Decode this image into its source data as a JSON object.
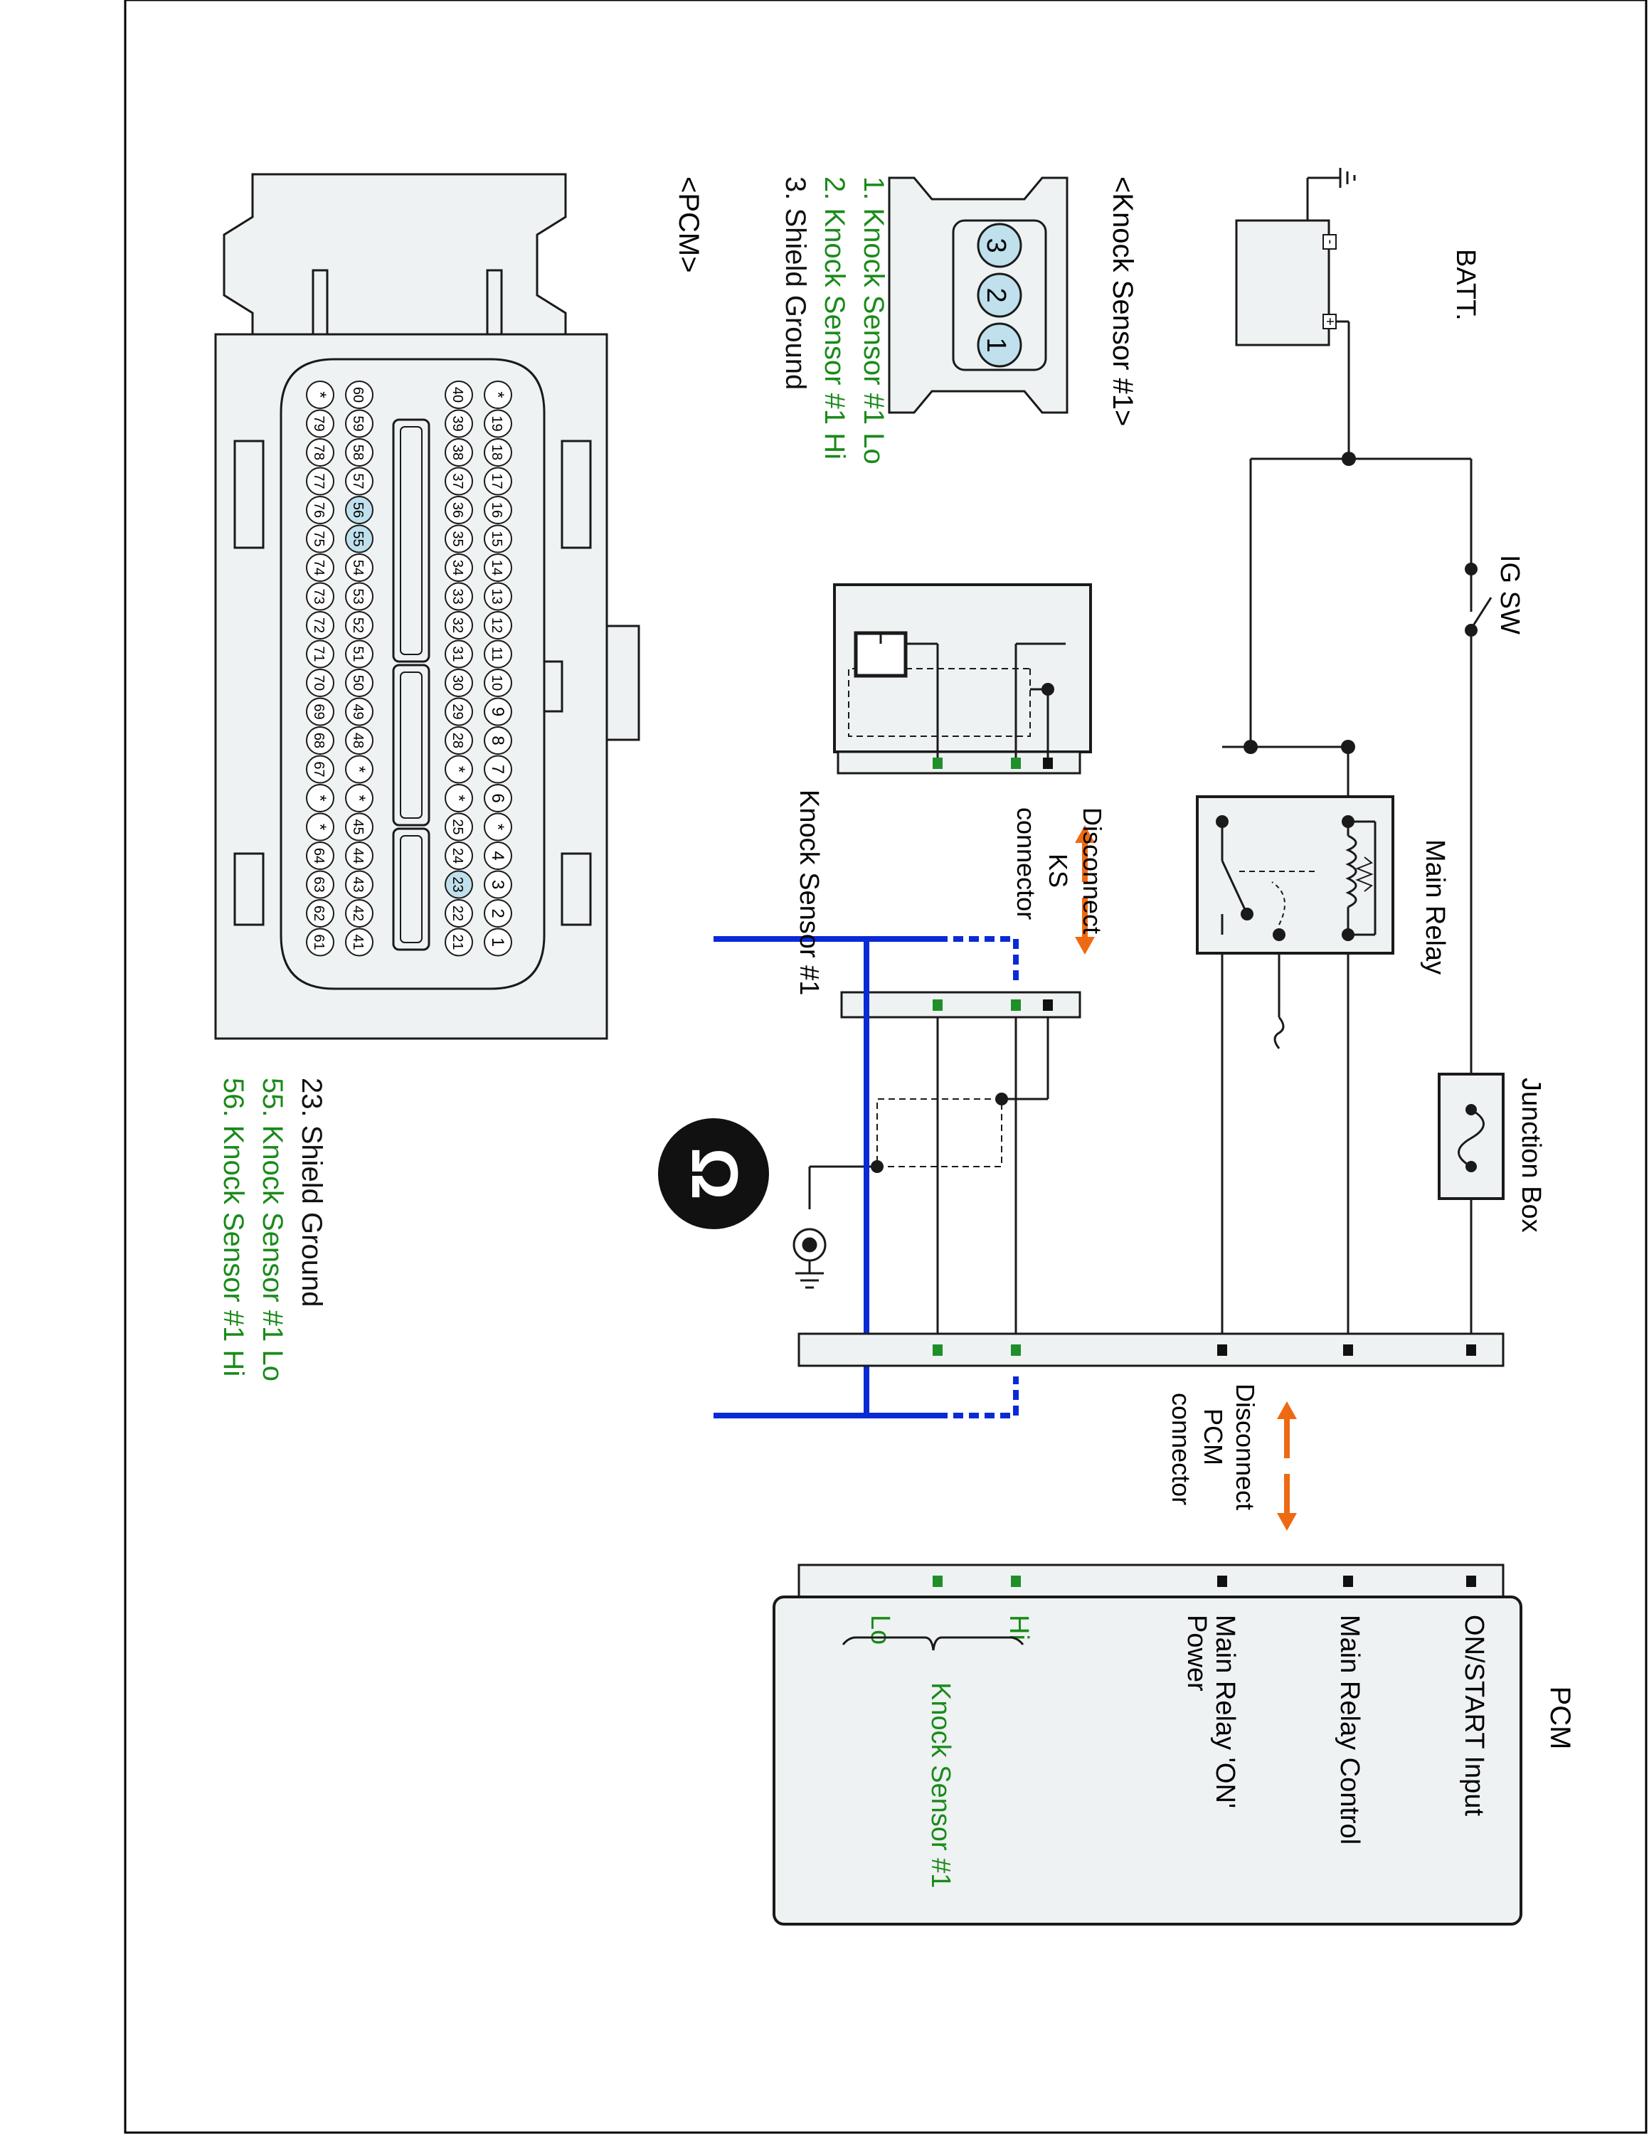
{
  "colors": {
    "green_text": "#1a8a1a",
    "green_terminal": "#1f8f2a",
    "blue_meter_wire": "#0a2ad6",
    "orange_arrow": "#ee6a12",
    "connector_pin_fill": "#bfe0ec",
    "connector_body": "#eef2f2",
    "line": "#1a1a1a"
  },
  "battery": {
    "label": "BATT.",
    "minus_sign": "-",
    "plus_sign": "+"
  },
  "ignition_switch": {
    "label": "IG SW"
  },
  "main_relay": {
    "label": "Main Relay"
  },
  "junction_box": {
    "label": "Junction Box"
  },
  "knock_sensor_unit": {
    "label": "Knock Sensor #1"
  },
  "ks_disconnect": {
    "lines": [
      "Disconnect",
      "KS",
      "connector"
    ]
  },
  "pcm_disconnect": {
    "lines": [
      "Disconnect",
      "PCM",
      "connector"
    ]
  },
  "meter": {
    "icon": "ohm-meter-icon",
    "symbol": "Ω"
  },
  "pcm_box": {
    "title": "PCM",
    "terminals": [
      {
        "text": "ON/START Input"
      },
      {
        "text": "Main Relay Control"
      },
      {
        "text": "Main Relay 'ON'"
      },
      {
        "text": "Power"
      }
    ],
    "hi_label": "Hi",
    "lo_label": "Lo",
    "group_label": "Knock Sensor #1"
  },
  "ks_connector_view": {
    "title": "<Knock Sensor #1>",
    "pins": [
      "3",
      "2",
      "1"
    ],
    "legend": [
      {
        "text": "1. Knock Sensor #1 Lo",
        "color": "green"
      },
      {
        "text": "2. Knock Sensor #1 Hi",
        "color": "green"
      },
      {
        "text": "3. Shield Ground",
        "color": "black"
      }
    ]
  },
  "pcm_connector_view": {
    "title": "<PCM>",
    "row_1_pins": [
      "*",
      "19",
      "18",
      "17",
      "16",
      "15",
      "14",
      "13",
      "12",
      "11",
      "10",
      "9",
      "8",
      "7",
      "6",
      "*",
      "4",
      "3",
      "2",
      "1"
    ],
    "row_2_pins": [
      "40",
      "39",
      "38",
      "37",
      "36",
      "35",
      "34",
      "33",
      "32",
      "31",
      "30",
      "29",
      "28",
      "*",
      "*",
      "25",
      "24",
      "23",
      "22",
      "21"
    ],
    "row_3_pins": [
      "60",
      "59",
      "58",
      "57",
      "56",
      "55",
      "54",
      "53",
      "52",
      "51",
      "50",
      "49",
      "48",
      "*",
      "*",
      "45",
      "44",
      "43",
      "42",
      "41"
    ],
    "row_4_pins": [
      "*",
      "79",
      "78",
      "77",
      "76",
      "75",
      "74",
      "73",
      "72",
      "71",
      "70",
      "69",
      "68",
      "67",
      "*",
      "*",
      "64",
      "63",
      "62",
      "61"
    ],
    "highlighted_pins": [
      "23",
      "55",
      "56"
    ],
    "legend": [
      {
        "text": "23. Shield Ground",
        "color": "black"
      },
      {
        "text": "55. Knock Sensor #1 Lo",
        "color": "green"
      },
      {
        "text": "56. Knock Sensor #1 Hi",
        "color": "green"
      }
    ]
  }
}
